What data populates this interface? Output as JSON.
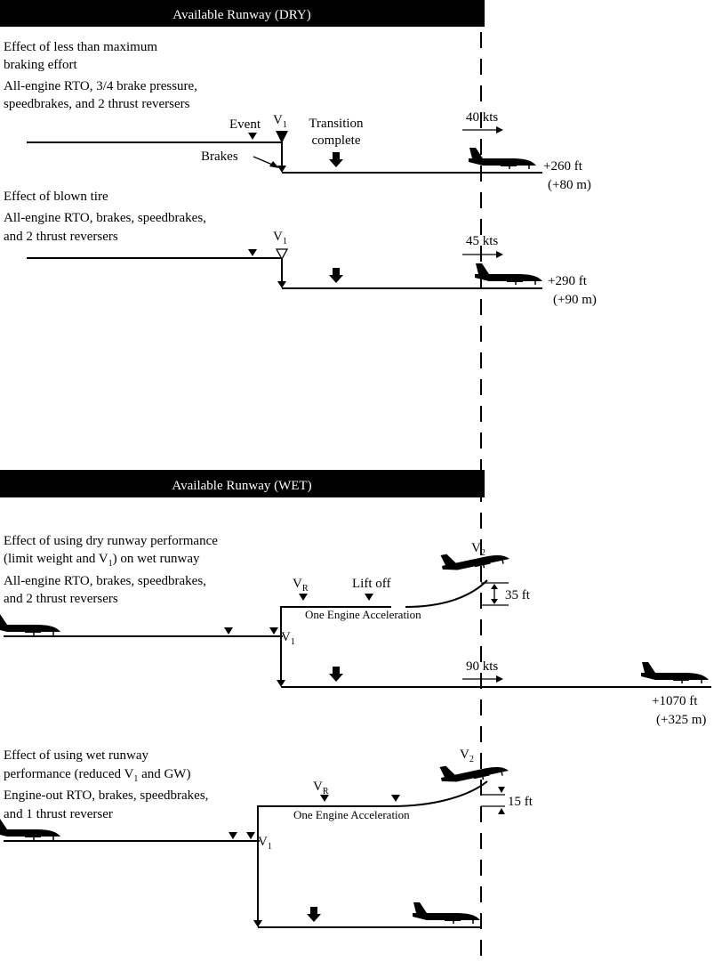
{
  "dry_section": {
    "header": "Available Runway (DRY)",
    "case1": {
      "line1": "Effect of less than maximum",
      "line2": "braking effort",
      "line3": "All-engine RTO, 3/4 brake pressure,",
      "line4": "speedbrakes, and 2 thrust reversers",
      "event_label": "Event",
      "v1_label": "V",
      "v1_sub": "1",
      "transition_line1": "Transition",
      "transition_line2": "complete",
      "brakes_label": "Brakes",
      "speed": "40 kts",
      "overrun_ft": "+260 ft",
      "overrun_m": "(+80 m)"
    },
    "case2": {
      "line1": "Effect of blown tire",
      "line2": "All-engine RTO, brakes, speedbrakes,",
      "line3": "and 2 thrust reversers",
      "v1_label": "V",
      "v1_sub": "1",
      "speed": "45 kts",
      "overrun_ft": "+290 ft",
      "overrun_m": "(+90 m)"
    }
  },
  "wet_section": {
    "header": "Available Runway (WET)",
    "case3": {
      "line1": "Effect of using dry runway performance",
      "line2a": "(limit weight and V",
      "line2_sub": "1",
      "line2b": ") on wet runway",
      "line3": "All-engine RTO, brakes, speedbrakes,",
      "line4": "and 2 thrust reversers",
      "vr_label": "V",
      "vr_sub": "R",
      "liftoff_label": "Lift off",
      "v2_label": "V",
      "v2_sub": "2",
      "height": "35 ft",
      "acceleration_label": "One Engine Acceleration",
      "v1_label": "V",
      "v1_sub": "1",
      "speed": "90 kts",
      "overrun_ft": "+1070 ft",
      "overrun_m": "(+325 m)"
    },
    "case4": {
      "line1": "Effect of using wet runway",
      "line2a": "performance (reduced V",
      "line2_sub": "1",
      "line2b": " and GW)",
      "line3": "Engine-out RTO, brakes, speedbrakes,",
      "line4": "and 1 thrust reverser",
      "vr_label": "V",
      "vr_sub": "R",
      "v2_label": "V",
      "v2_sub": "2",
      "height": "15 ft",
      "acceleration_label": "One Engine Acceleration",
      "v1_label": "V",
      "v1_sub": "1"
    }
  },
  "icons": {
    "airplane": "airplane-icon",
    "brake_arrow": "down-arrow-icon",
    "marker": "triangle-marker-icon"
  }
}
